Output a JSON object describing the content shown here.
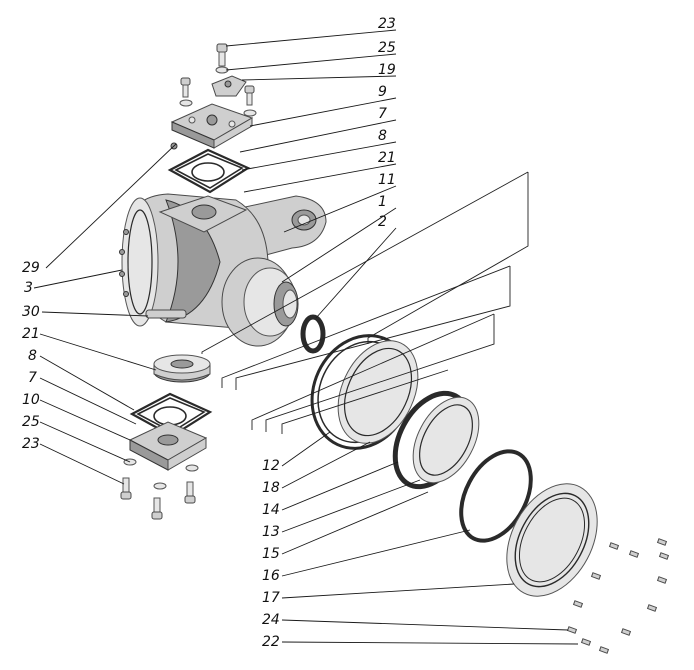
{
  "callouts": {
    "c23a": "23",
    "c25a": "25",
    "c19": "19",
    "c9": "9",
    "c7a": "7",
    "c8a": "8",
    "c21a": "21",
    "c11": "11",
    "c1": "1",
    "c2": "2",
    "c29": "29",
    "c3": "3",
    "c30": "30",
    "c21b": "21",
    "c8b": "8",
    "c7b": "7",
    "c10": "10",
    "c25b": "25",
    "c23b": "23",
    "c12": "12",
    "c18": "18",
    "c14": "14",
    "c13": "13",
    "c15": "15",
    "c16": "16",
    "c17": "17",
    "c24": "24",
    "c22": "22"
  }
}
